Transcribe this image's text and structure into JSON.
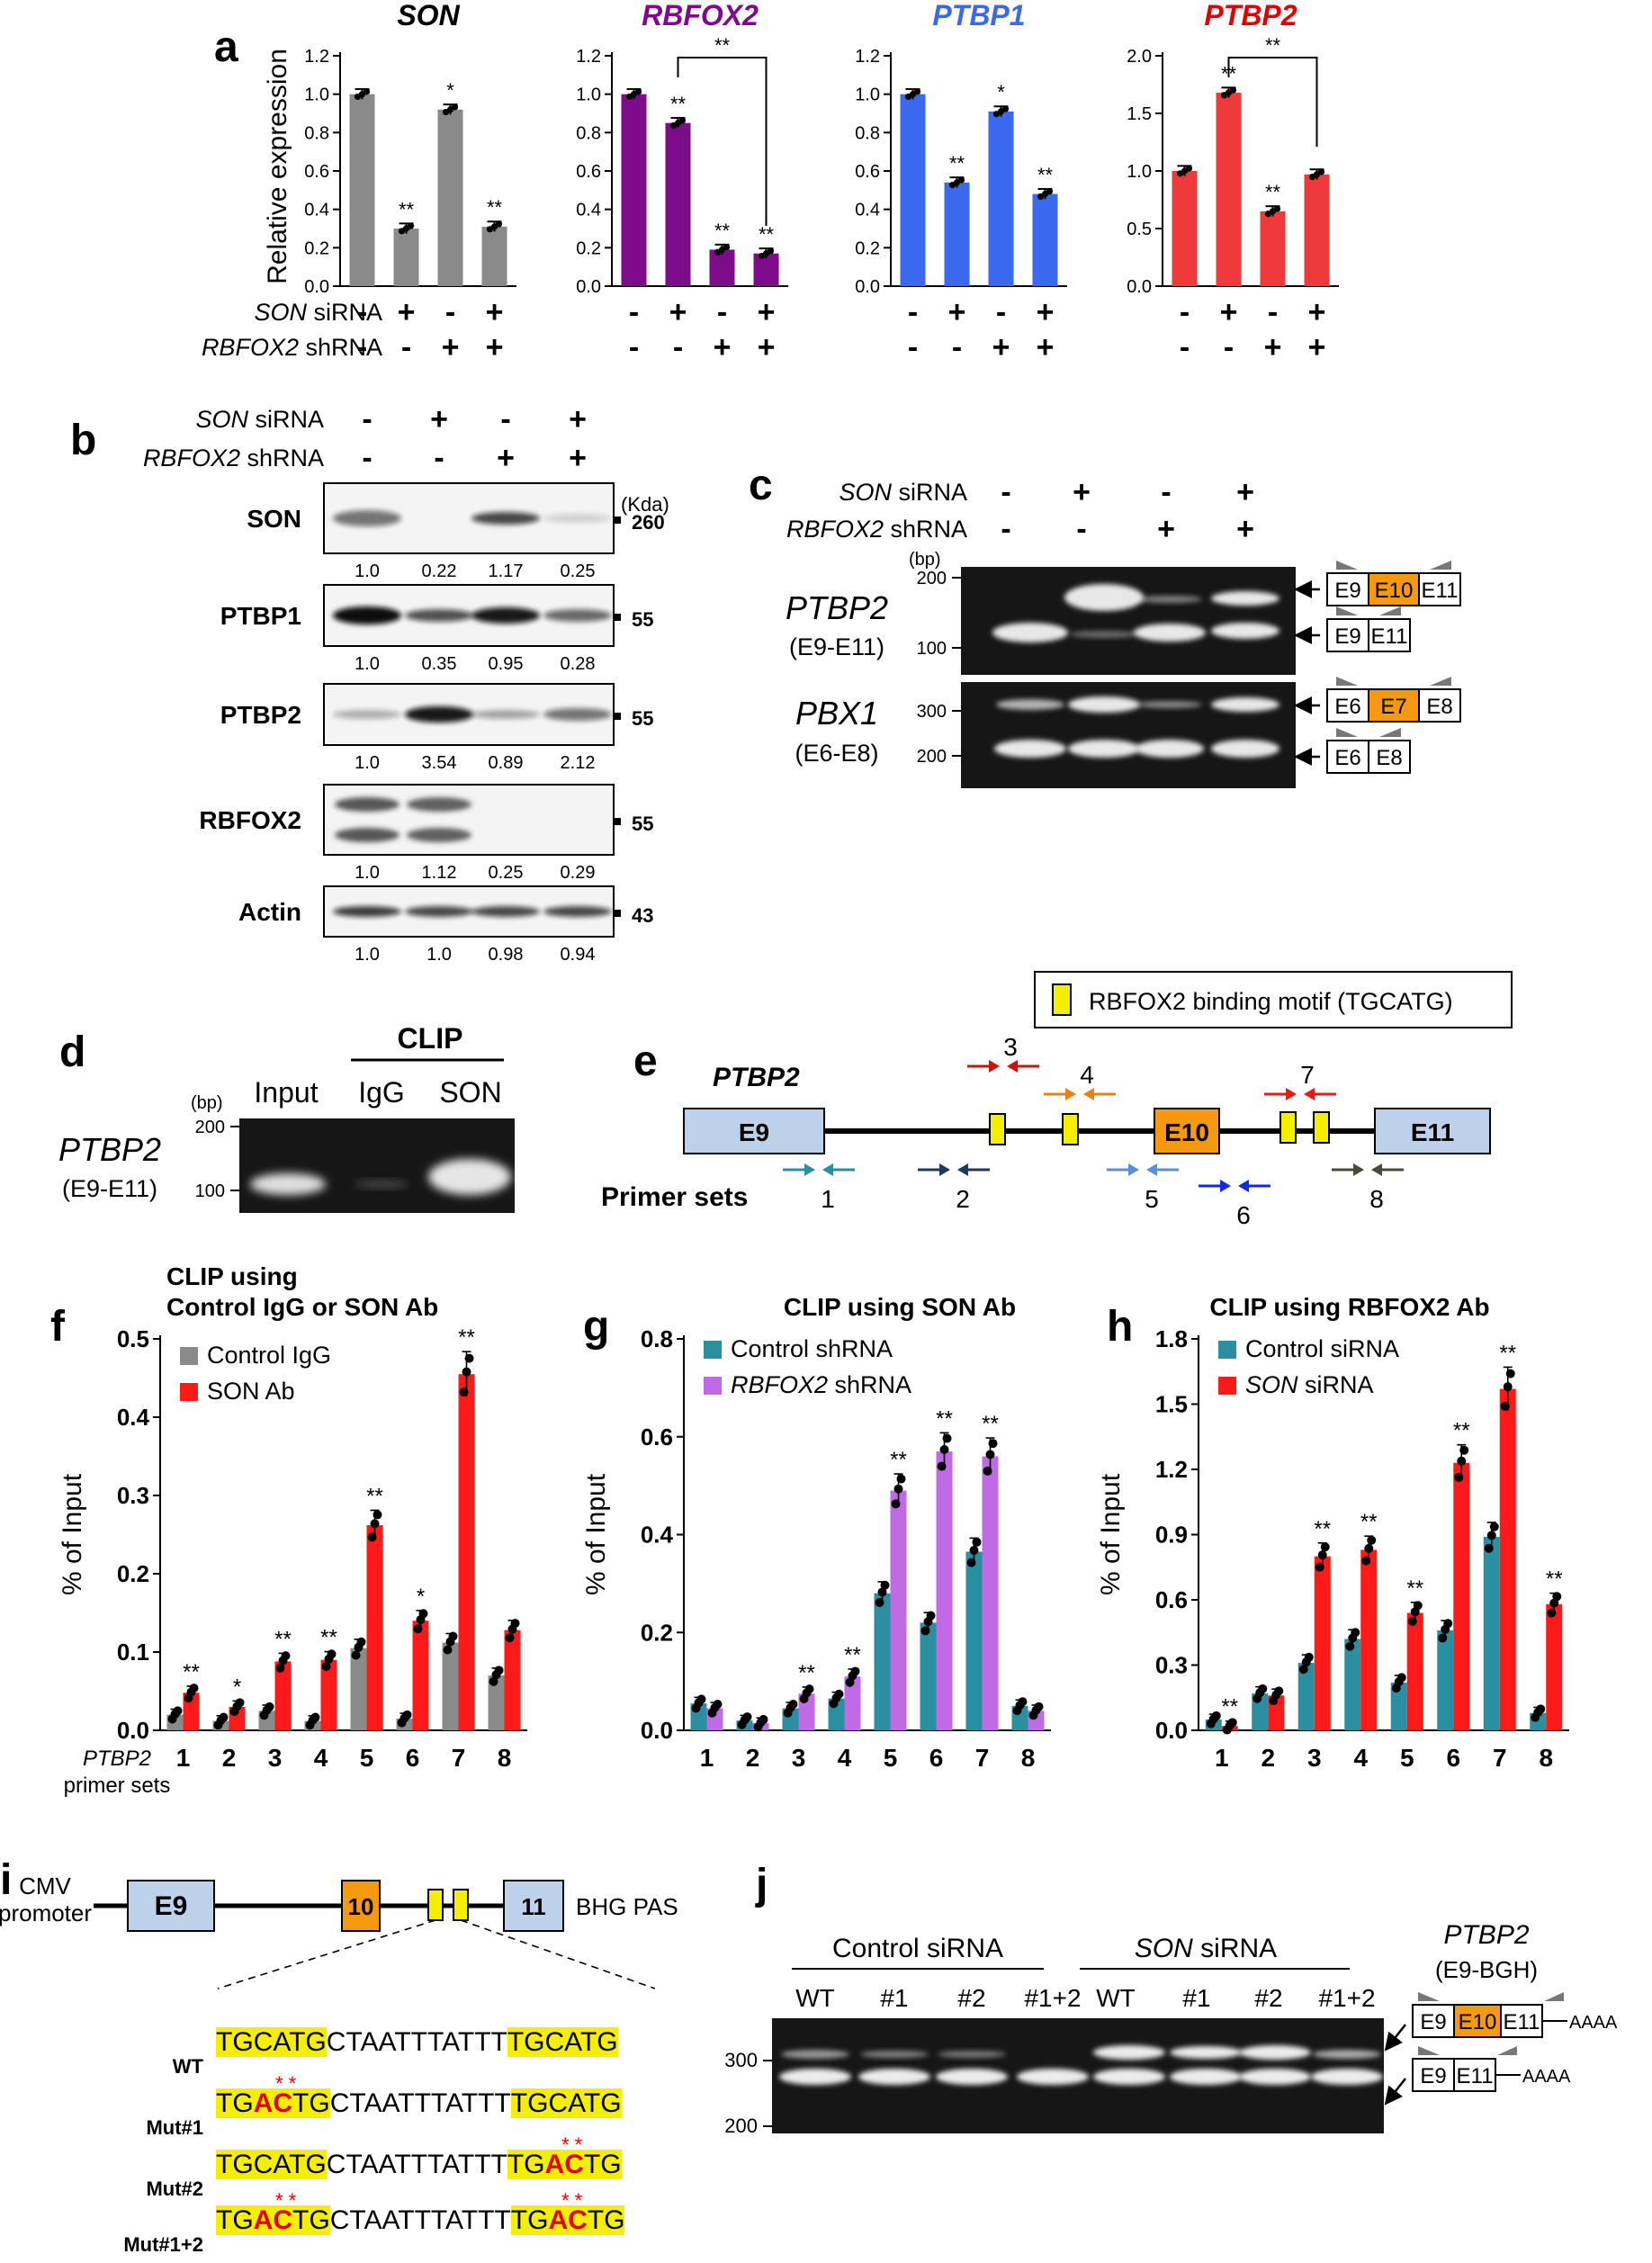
{
  "panel_letters": [
    "a",
    "b",
    "c",
    "d",
    "e",
    "f",
    "g",
    "h",
    "i",
    "j"
  ],
  "colors": {
    "gray_bar": "#8a8a8a",
    "son_red": "#ff1a1a",
    "rbfox2_purple": "#7e0b8a",
    "ptbp1_blue": "#3a68ee",
    "ptbp2_red": "#ee3a3a",
    "teal": "#2a8fa0",
    "lilac": "#c06ae6",
    "motif_yellow": "#f4ee00",
    "exon_blue": "#bdd2ea",
    "exon_orange": "#f59a10",
    "gel_bg": "#161616"
  },
  "panel_a": {
    "ylabel": "Relative expression",
    "row_labels": {
      "son": "SON",
      "son_suffix": " siRNA",
      "rb": "RBFOX2",
      "rb_suffix": " shRNA"
    },
    "son_row": [
      "-",
      "+",
      "-",
      "+"
    ],
    "rb_row": [
      "-",
      "-",
      "+",
      "+"
    ]
  },
  "chart_data": [
    {
      "type": "bar",
      "title": "SON",
      "ylim": [
        0,
        1.2
      ],
      "yticks": [
        "0.0",
        "0.2",
        "0.4",
        "0.6",
        "0.8",
        "1.0",
        "1.2"
      ],
      "values": [
        1.0,
        0.3,
        0.92,
        0.31
      ],
      "sig": [
        "",
        "**",
        "*",
        "**"
      ],
      "color": "#8a8a8a"
    },
    {
      "type": "bar",
      "title": "RBFOX2",
      "ylim": [
        0,
        1.2
      ],
      "yticks": [
        "0.0",
        "0.2",
        "0.4",
        "0.6",
        "0.8",
        "1.0",
        "1.2"
      ],
      "values": [
        1.0,
        0.85,
        0.19,
        0.17
      ],
      "sig": [
        "",
        "**",
        "**",
        "**"
      ],
      "bracket": {
        "from": 1,
        "to": 3,
        "label": "**"
      },
      "color": "#7e0b8a"
    },
    {
      "type": "bar",
      "title": "PTBP1",
      "ylim": [
        0,
        1.2
      ],
      "yticks": [
        "0.0",
        "0.2",
        "0.4",
        "0.6",
        "0.8",
        "1.0",
        "1.2"
      ],
      "values": [
        1.0,
        0.54,
        0.91,
        0.48
      ],
      "sig": [
        "",
        "**",
        "*",
        "**"
      ],
      "color": "#3a68ee"
    },
    {
      "type": "bar",
      "title": "PTBP2",
      "ylim": [
        0,
        2.0
      ],
      "yticks": [
        "0.0",
        "0.5",
        "1.0",
        "1.5",
        "2.0"
      ],
      "values": [
        1.0,
        1.68,
        0.65,
        0.97
      ],
      "sig": [
        "",
        "**",
        "**",
        ""
      ],
      "bracket": {
        "from": 1,
        "to": 3,
        "label": "**"
      },
      "color": "#ee3a3a"
    },
    {
      "type": "bar",
      "title": "CLIP using Control IgG or SON Ab",
      "ylabel": "% of Input",
      "ylim": [
        0,
        0.5
      ],
      "yticks": [
        "0.0",
        "0.1",
        "0.2",
        "0.3",
        "0.4",
        "0.5"
      ],
      "categories": [
        "1",
        "2",
        "3",
        "4",
        "5",
        "6",
        "7",
        "8"
      ],
      "series": [
        {
          "name": "Control IgG",
          "values": [
            0.02,
            0.012,
            0.025,
            0.012,
            0.105,
            0.015,
            0.112,
            0.07
          ]
        },
        {
          "name": "SON Ab",
          "values": [
            0.048,
            0.03,
            0.088,
            0.09,
            0.262,
            0.14,
            0.455,
            0.128
          ]
        }
      ],
      "sig": [
        "**",
        "*",
        "**",
        "**",
        "**",
        "*",
        "**",
        ""
      ],
      "xlabel": "PTBP2 primer sets"
    },
    {
      "type": "bar",
      "title": "CLIP using SON Ab",
      "ylabel": "% of Input",
      "ylim": [
        0,
        0.8
      ],
      "yticks": [
        "0.0",
        "0.2",
        "0.4",
        "0.6",
        "0.8"
      ],
      "categories": [
        "1",
        "2",
        "3",
        "4",
        "5",
        "6",
        "7",
        "8"
      ],
      "series": [
        {
          "name": "Control shRNA",
          "values": [
            0.055,
            0.02,
            0.045,
            0.065,
            0.28,
            0.22,
            0.365,
            0.05
          ]
        },
        {
          "name": "RBFOX2 shRNA",
          "values": [
            0.045,
            0.015,
            0.075,
            0.11,
            0.49,
            0.57,
            0.56,
            0.04
          ]
        }
      ],
      "sig": [
        "",
        "",
        "**",
        "**",
        "**",
        "**",
        "**",
        ""
      ]
    },
    {
      "type": "bar",
      "title": "CLIP using RBFOX2 Ab",
      "ylabel": "% of Input",
      "ylim": [
        0,
        1.8
      ],
      "yticks": [
        "0.0",
        "0.3",
        "0.6",
        "0.9",
        "1.2",
        "1.5",
        "1.8"
      ],
      "categories": [
        "1",
        "2",
        "3",
        "4",
        "5",
        "6",
        "7",
        "8"
      ],
      "series": [
        {
          "name": "Control siRNA",
          "values": [
            0.05,
            0.17,
            0.31,
            0.42,
            0.22,
            0.46,
            0.89,
            0.08
          ]
        },
        {
          "name": "SON siRNA",
          "values": [
            0.02,
            0.16,
            0.8,
            0.83,
            0.54,
            1.23,
            1.57,
            0.58
          ]
        }
      ],
      "sig": [
        "**",
        "",
        "**",
        "**",
        "**",
        "**",
        "**",
        "**"
      ]
    }
  ],
  "panel_f": {
    "legend": [
      "Control IgG",
      "SON Ab"
    ],
    "title_line1": "CLIP using",
    "title_line2": "Control IgG or SON Ab",
    "xlabel_line1": "PTBP2",
    "xlabel_line2": "primer sets"
  },
  "panel_g": {
    "legend_1": "Control shRNA",
    "legend_2_italic": "RBFOX2",
    "legend_2_rest": " shRNA"
  },
  "panel_h": {
    "legend_1": "Control siRNA",
    "legend_2_italic": "SON",
    "legend_2_rest": " siRNA"
  },
  "panel_b": {
    "son_label": "SON",
    "son_suffix": " siRNA",
    "rb_label": "RBFOX2",
    "rb_suffix": " shRNA",
    "son_row": [
      "-",
      "+",
      "-",
      "+"
    ],
    "rb_row": [
      "-",
      "-",
      "+",
      "+"
    ],
    "kda": "(Kda)",
    "blots": [
      {
        "name": "SON",
        "marker": "260",
        "quant": [
          "1.0",
          "0.22",
          "1.17",
          "0.25"
        ]
      },
      {
        "name": "PTBP1",
        "marker": "55",
        "quant": [
          "1.0",
          "0.35",
          "0.95",
          "0.28"
        ]
      },
      {
        "name": "PTBP2",
        "marker": "55",
        "quant": [
          "1.0",
          "3.54",
          "0.89",
          "2.12"
        ]
      },
      {
        "name": "RBFOX2",
        "marker": "55",
        "quant": [
          "1.0",
          "1.12",
          "0.25",
          "0.29"
        ]
      },
      {
        "name": "Actin",
        "marker": "43",
        "quant": [
          "1.0",
          "1.0",
          "0.98",
          "0.94"
        ]
      }
    ]
  },
  "panel_c": {
    "son_row": [
      "-",
      "+",
      "-",
      "+"
    ],
    "rb_row": [
      "-",
      "-",
      "+",
      "+"
    ],
    "bp": "(bp)",
    "gel1": {
      "gene": "PTBP2",
      "region": "(E9-E11)",
      "ladder": [
        "200",
        "100"
      ]
    },
    "gel2": {
      "gene": "PBX1",
      "region": "(E6-E8)",
      "ladder": [
        "300",
        "200"
      ]
    },
    "exons": {
      "e9": "E9",
      "e10": "E10",
      "e11": "E11",
      "e6": "E6",
      "e7": "E7",
      "e8": "E8"
    }
  },
  "panel_d": {
    "clip": "CLIP",
    "lanes": [
      "Input",
      "IgG",
      "SON"
    ],
    "bp": "(bp)",
    "ladder": [
      "200",
      "100"
    ],
    "gene": "PTBP2",
    "region": "(E9-E11)"
  },
  "panel_e": {
    "legend": "RBFOX2 binding motif (TGCATG)",
    "gene": "PTBP2",
    "exons": [
      "E9",
      "E10",
      "E11"
    ],
    "primer_label": "Primer sets",
    "primers": [
      "1",
      "2",
      "3",
      "4",
      "5",
      "6",
      "7",
      "8"
    ]
  },
  "panel_i": {
    "promoter_1": "CMV",
    "promoter_2": "promoter",
    "exons": [
      "E9",
      "10",
      "11"
    ],
    "pas": "BHG PAS",
    "wt": "WT",
    "mut1": "Mut#1",
    "mut2": "Mut#2",
    "mut12": "Mut#1+2",
    "motif": "TGCATG",
    "linker": "CTAATTTATTT",
    "mut_pre": "TG",
    "mut_ac": "AC",
    "mut_post": "TG",
    "stars": "* *"
  },
  "panel_j": {
    "ctrl": "Control siRNA",
    "son_it": "SON",
    "son_rest": " siRNA",
    "lanes": [
      "WT",
      "#1",
      "#2",
      "#1+2",
      "WT",
      "#1",
      "#2",
      "#1+2"
    ],
    "ladder": [
      "300",
      "200"
    ],
    "gene": "PTBP2",
    "region": "(E9-BGH)",
    "polyA": "AAAA",
    "exons": {
      "e9": "E9",
      "e10": "E10",
      "e11": "E11"
    }
  }
}
